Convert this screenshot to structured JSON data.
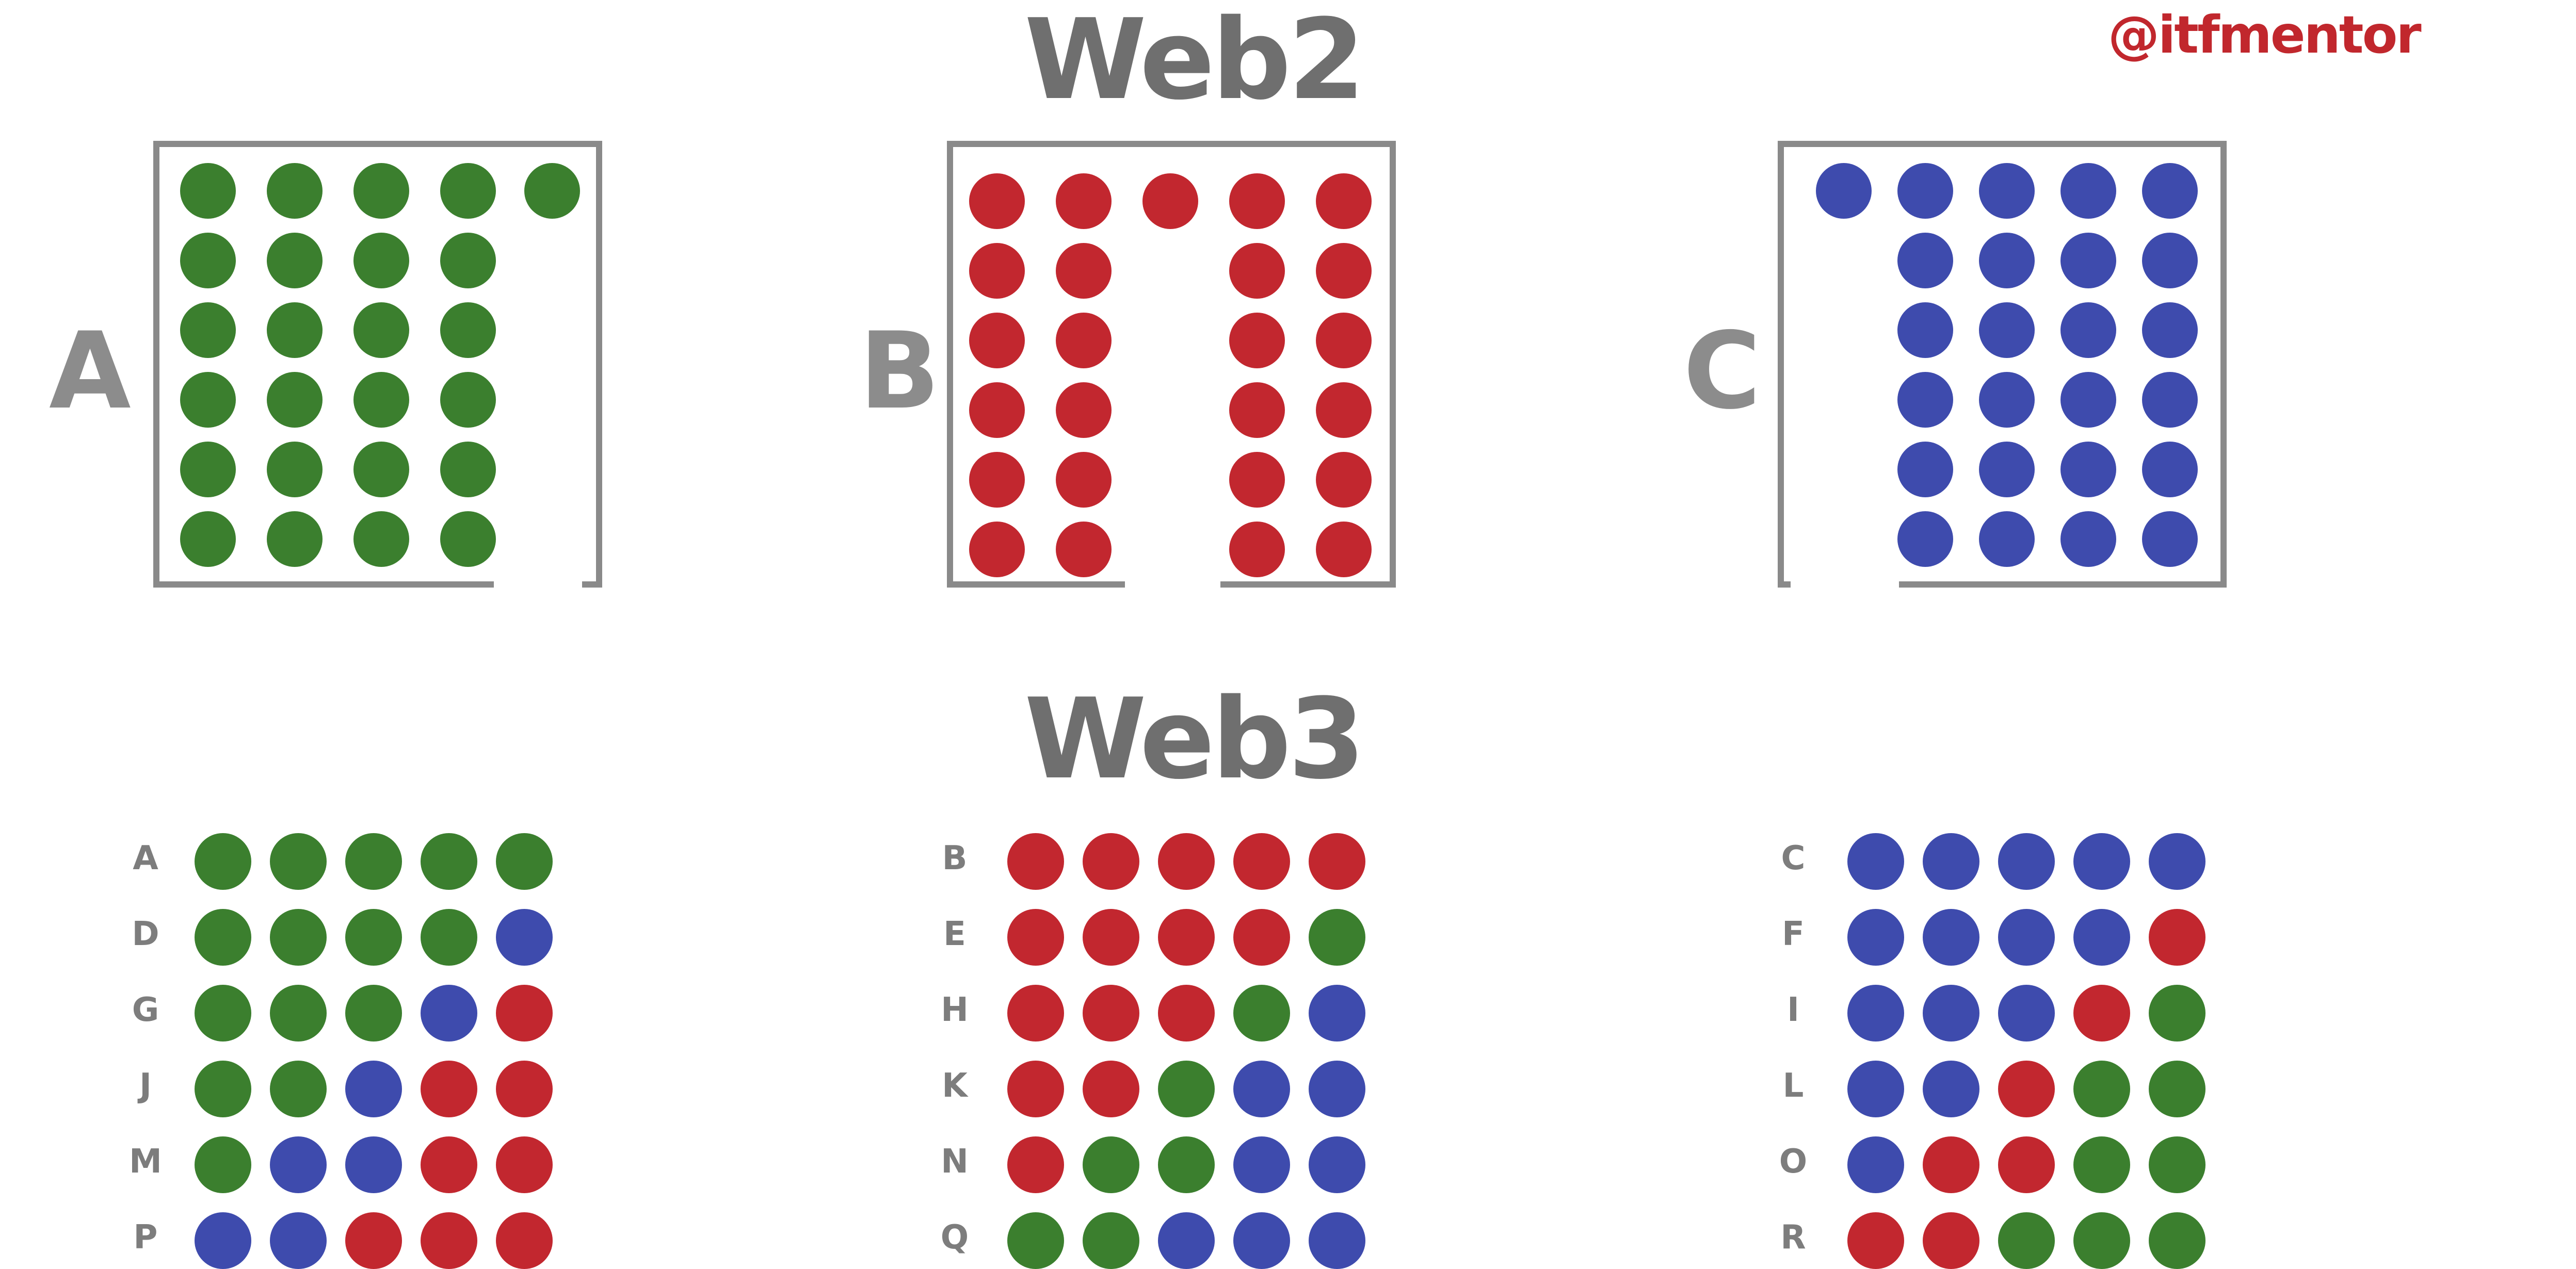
{
  "colors": {
    "green": "#3b7f2e",
    "red": "#c2272f",
    "blue": "#3e4bad",
    "frame": "#8a8a8a",
    "title": "#6f6f6f",
    "handle": "#c1272d"
  },
  "handle": "@itfmentor",
  "web2": {
    "title": "Web2",
    "groups": [
      {
        "label": "A",
        "color": "green",
        "rows": [
          [
            1,
            1,
            1,
            1,
            1
          ],
          [
            1,
            1,
            1,
            1,
            0
          ],
          [
            1,
            1,
            1,
            1,
            0
          ],
          [
            1,
            1,
            1,
            1,
            0
          ],
          [
            1,
            1,
            1,
            1,
            0
          ],
          [
            1,
            1,
            1,
            1,
            0
          ]
        ]
      },
      {
        "label": "B",
        "color": "red",
        "rows": [
          [
            1,
            1,
            1,
            1,
            1
          ],
          [
            1,
            1,
            0,
            1,
            1
          ],
          [
            1,
            1,
            0,
            1,
            1
          ],
          [
            1,
            1,
            0,
            1,
            1
          ],
          [
            1,
            1,
            0,
            1,
            1
          ],
          [
            1,
            1,
            0,
            1,
            1
          ]
        ]
      },
      {
        "label": "C",
        "color": "blue",
        "rows": [
          [
            1,
            1,
            1,
            1,
            1
          ],
          [
            0,
            1,
            1,
            1,
            1
          ],
          [
            0,
            1,
            1,
            1,
            1
          ],
          [
            0,
            1,
            1,
            1,
            1
          ],
          [
            0,
            1,
            1,
            1,
            1
          ],
          [
            0,
            1,
            1,
            1,
            1
          ]
        ]
      }
    ]
  },
  "web3": {
    "title": "Web3",
    "groups": [
      {
        "labels": [
          "A",
          "D",
          "G",
          "J",
          "M",
          "P"
        ],
        "rows": [
          [
            "green",
            "green",
            "green",
            "green",
            "green"
          ],
          [
            "green",
            "green",
            "green",
            "green",
            "blue"
          ],
          [
            "green",
            "green",
            "green",
            "blue",
            "red"
          ],
          [
            "green",
            "green",
            "blue",
            "red",
            "red"
          ],
          [
            "green",
            "blue",
            "blue",
            "red",
            "red"
          ],
          [
            "blue",
            "blue",
            "red",
            "red",
            "red"
          ]
        ]
      },
      {
        "labels": [
          "B",
          "E",
          "H",
          "K",
          "N",
          "Q"
        ],
        "rows": [
          [
            "red",
            "red",
            "red",
            "red",
            "red"
          ],
          [
            "red",
            "red",
            "red",
            "red",
            "green"
          ],
          [
            "red",
            "red",
            "red",
            "green",
            "blue"
          ],
          [
            "red",
            "red",
            "green",
            "blue",
            "blue"
          ],
          [
            "red",
            "green",
            "green",
            "blue",
            "blue"
          ],
          [
            "green",
            "green",
            "blue",
            "blue",
            "blue"
          ]
        ]
      },
      {
        "labels": [
          "C",
          "F",
          "I",
          "L",
          "O",
          "R"
        ],
        "rows": [
          [
            "blue",
            "blue",
            "blue",
            "blue",
            "blue"
          ],
          [
            "blue",
            "blue",
            "blue",
            "blue",
            "red"
          ],
          [
            "blue",
            "blue",
            "blue",
            "red",
            "green"
          ],
          [
            "blue",
            "blue",
            "red",
            "green",
            "green"
          ],
          [
            "blue",
            "red",
            "red",
            "green",
            "green"
          ],
          [
            "red",
            "red",
            "green",
            "green",
            "green"
          ]
        ]
      }
    ]
  }
}
